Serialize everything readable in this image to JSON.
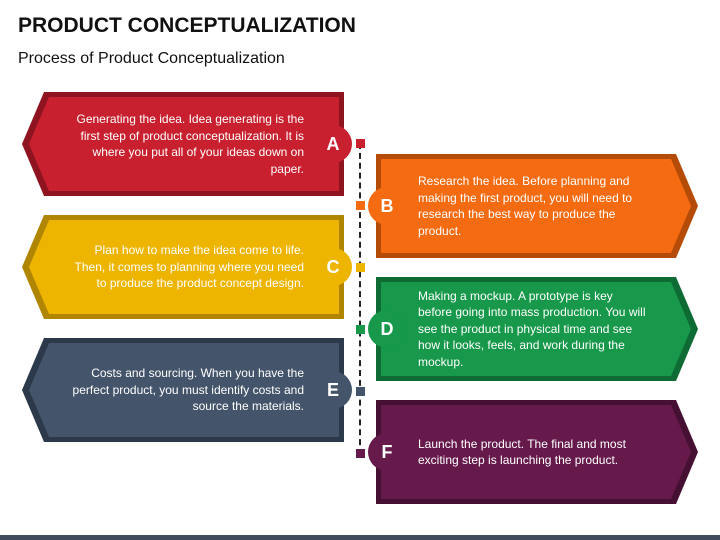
{
  "header": {
    "title": "PRODUCT CONCEPTUALIZATION",
    "subtitle": "Process of Product Conceptualization"
  },
  "steps": [
    {
      "letter": "A",
      "side": "left",
      "color": "#c8202f",
      "dark": "#8e1520",
      "text": "Generating the idea. Idea generating is the first step of product conceptualization. It is where you put all of your ideas down on paper."
    },
    {
      "letter": "B",
      "side": "right",
      "color": "#f46b12",
      "dark": "#b44c08",
      "text": "Research the idea. Before planning and making the first product, you will need to research the best way to produce the product."
    },
    {
      "letter": "C",
      "side": "left",
      "color": "#edb500",
      "dark": "#b08500",
      "text": "Plan how to make the idea come to life. Then, it comes to planning where you need to produce the product concept design."
    },
    {
      "letter": "D",
      "side": "right",
      "color": "#17984a",
      "dark": "#0e6b33",
      "text": "Making a mockup. A prototype is key before going into mass production. You will see the product in physical time and see how it looks, feels, and work during the mockup."
    },
    {
      "letter": "E",
      "side": "left",
      "color": "#44546a",
      "dark": "#2c394a",
      "text": "Costs and sourcing. When you have the perfect product, you must identify costs and source the materials."
    },
    {
      "letter": "F",
      "side": "right",
      "color": "#661a4c",
      "dark": "#451032",
      "text": "Launch the product. The final and most exciting step is launching the product."
    }
  ]
}
